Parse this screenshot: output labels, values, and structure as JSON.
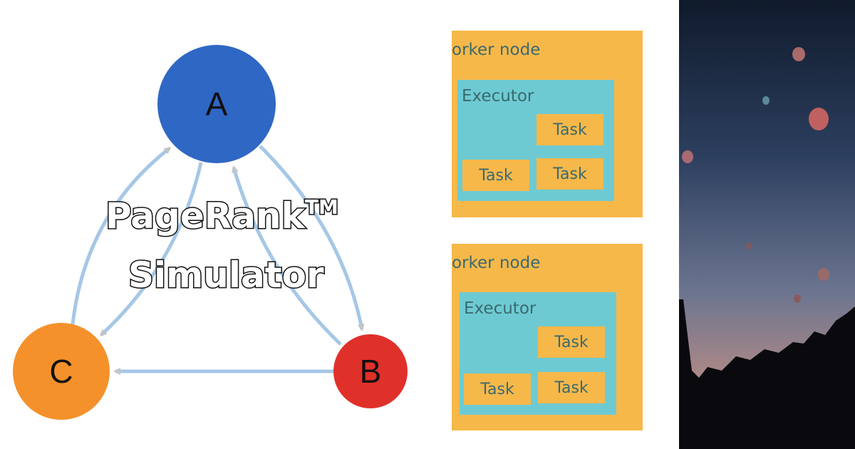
{
  "graph": {
    "title_line1": "PageRank",
    "title_tm": "TM",
    "title_line2": "Simulator",
    "nodes": [
      {
        "id": "A",
        "label": "A",
        "color": "#2f67c4"
      },
      {
        "id": "B",
        "label": "B",
        "color": "#e0302a"
      },
      {
        "id": "C",
        "label": "C",
        "color": "#f5912b"
      }
    ],
    "edges": [
      {
        "from": "A",
        "to": "B"
      },
      {
        "from": "B",
        "to": "A"
      },
      {
        "from": "A",
        "to": "C"
      },
      {
        "from": "C",
        "to": "A"
      },
      {
        "from": "B",
        "to": "C"
      }
    ],
    "edge_color": "#a6c7e6",
    "arrow_color": "#c4c4c4"
  },
  "cluster": {
    "workers": [
      {
        "label": "orker node",
        "executor": {
          "label": "Executor",
          "tasks": [
            "Task",
            "Task",
            "Task"
          ]
        }
      },
      {
        "label": "orker node",
        "executor": {
          "label": "Executor",
          "tasks": [
            "Task",
            "Task",
            "Task"
          ]
        }
      }
    ],
    "worker_color": "#f7b84a",
    "executor_color": "#6ecad2"
  }
}
